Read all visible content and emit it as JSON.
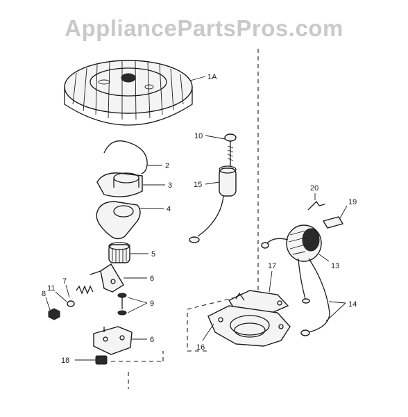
{
  "watermark": "AppliancePartsPros.com",
  "callouts": {
    "p1a": "1A",
    "p2": "2",
    "p3": "3",
    "p4": "4",
    "p5": "5",
    "p6a": "6",
    "p6b": "6",
    "p7": "7",
    "p8": "8",
    "p9": "9",
    "p10": "10",
    "p11": "11",
    "p13": "13",
    "p14": "14",
    "p15": "15",
    "p16": "16",
    "p17": "17",
    "p18": "18",
    "p19": "19",
    "p20": "20"
  },
  "colors": {
    "ink": "#1a1a1a",
    "watermark": "#c9c9c9",
    "background": "#ffffff"
  }
}
